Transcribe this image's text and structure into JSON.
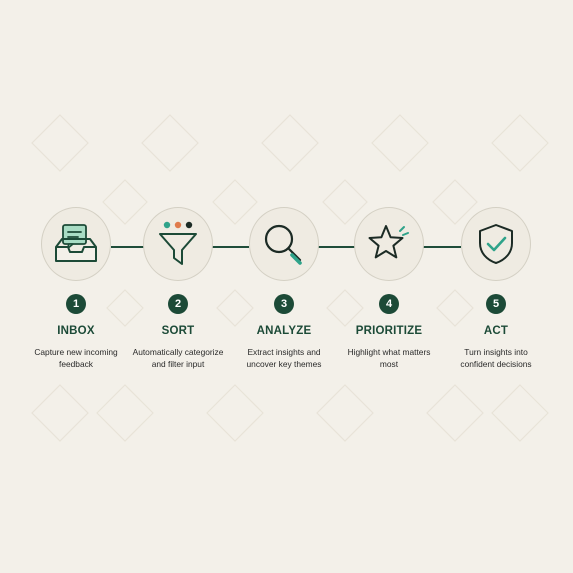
{
  "colors": {
    "background": "#f3f0e9",
    "primary": "#1c4a37",
    "accent_teal": "#2fa38a",
    "accent_mint": "#a8dcc4",
    "accent_orange": "#e07b4c",
    "accent_dark": "#1c2b25"
  },
  "steps": [
    {
      "number": "1",
      "title": "INBOX",
      "description": "Capture new incoming feedback",
      "icon": "inbox-tray-icon"
    },
    {
      "number": "2",
      "title": "SORT",
      "description": "Automatically categorize and filter input",
      "icon": "funnel-filter-icon"
    },
    {
      "number": "3",
      "title": "ANALYZE",
      "description": "Extract insights and uncover key themes",
      "icon": "magnifying-glass-icon"
    },
    {
      "number": "4",
      "title": "PRIORITIZE",
      "description": "Highlight what matters most",
      "icon": "star-icon"
    },
    {
      "number": "5",
      "title": "ACT",
      "description": "Turn insights into confident decisions",
      "icon": "shield-check-icon"
    }
  ]
}
